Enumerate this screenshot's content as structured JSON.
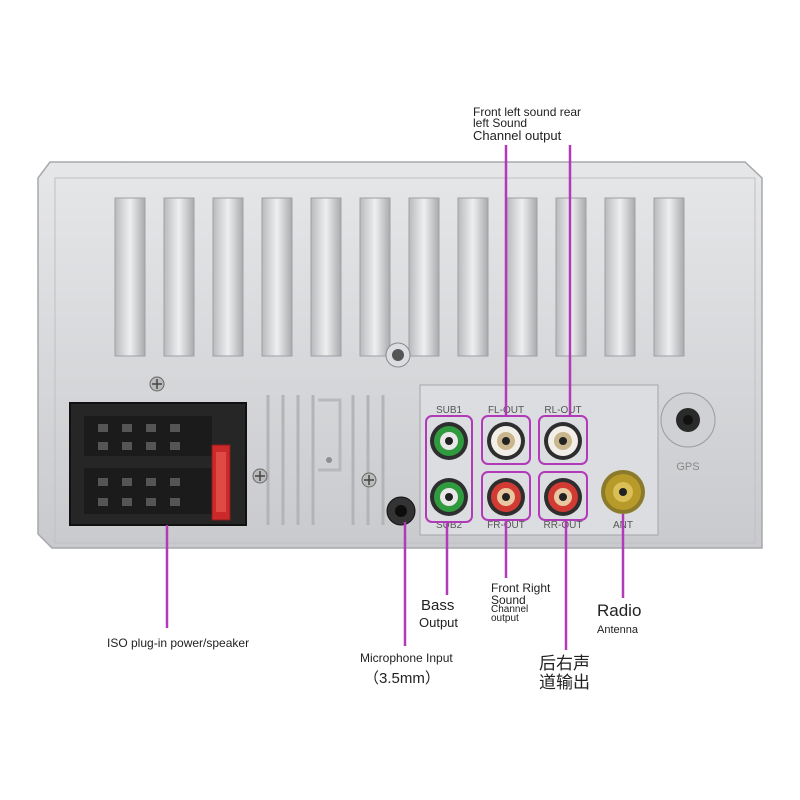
{
  "labels": {
    "front_left_rear_left": [
      "Front left sound rear",
      "left Sound",
      "Channel output"
    ],
    "iso": "ISO plug-in power/speaker",
    "microphone": [
      "Microphone Input",
      "（3.5mm）"
    ],
    "bass": [
      "Bass",
      "Output"
    ],
    "front_right": [
      "Front Right",
      "Sound",
      "Channel",
      "output"
    ],
    "rear_right_cn": [
      "后右声",
      "道输出"
    ],
    "radio": [
      "Radio",
      "Antenna"
    ]
  },
  "panel_marks": {
    "sub1": "SUB1",
    "sub2": "SUB2",
    "fl_out": "FL-OUT",
    "rl_out": "RL-OUT",
    "fr_out": "FR-OUT",
    "rr_out": "RR-OUT",
    "ant": "ANT",
    "gps": "GPS"
  },
  "colors": {
    "leader_line": "#b13ab8",
    "housing": "#d3d4d6",
    "connector": "#2a2a2a",
    "rca_green": "#2f9a3e",
    "rca_white": "#f2efe9",
    "rca_red": "#d23a34",
    "rca_gold": "#b89a2a",
    "fuse": "#cc2a2a"
  }
}
